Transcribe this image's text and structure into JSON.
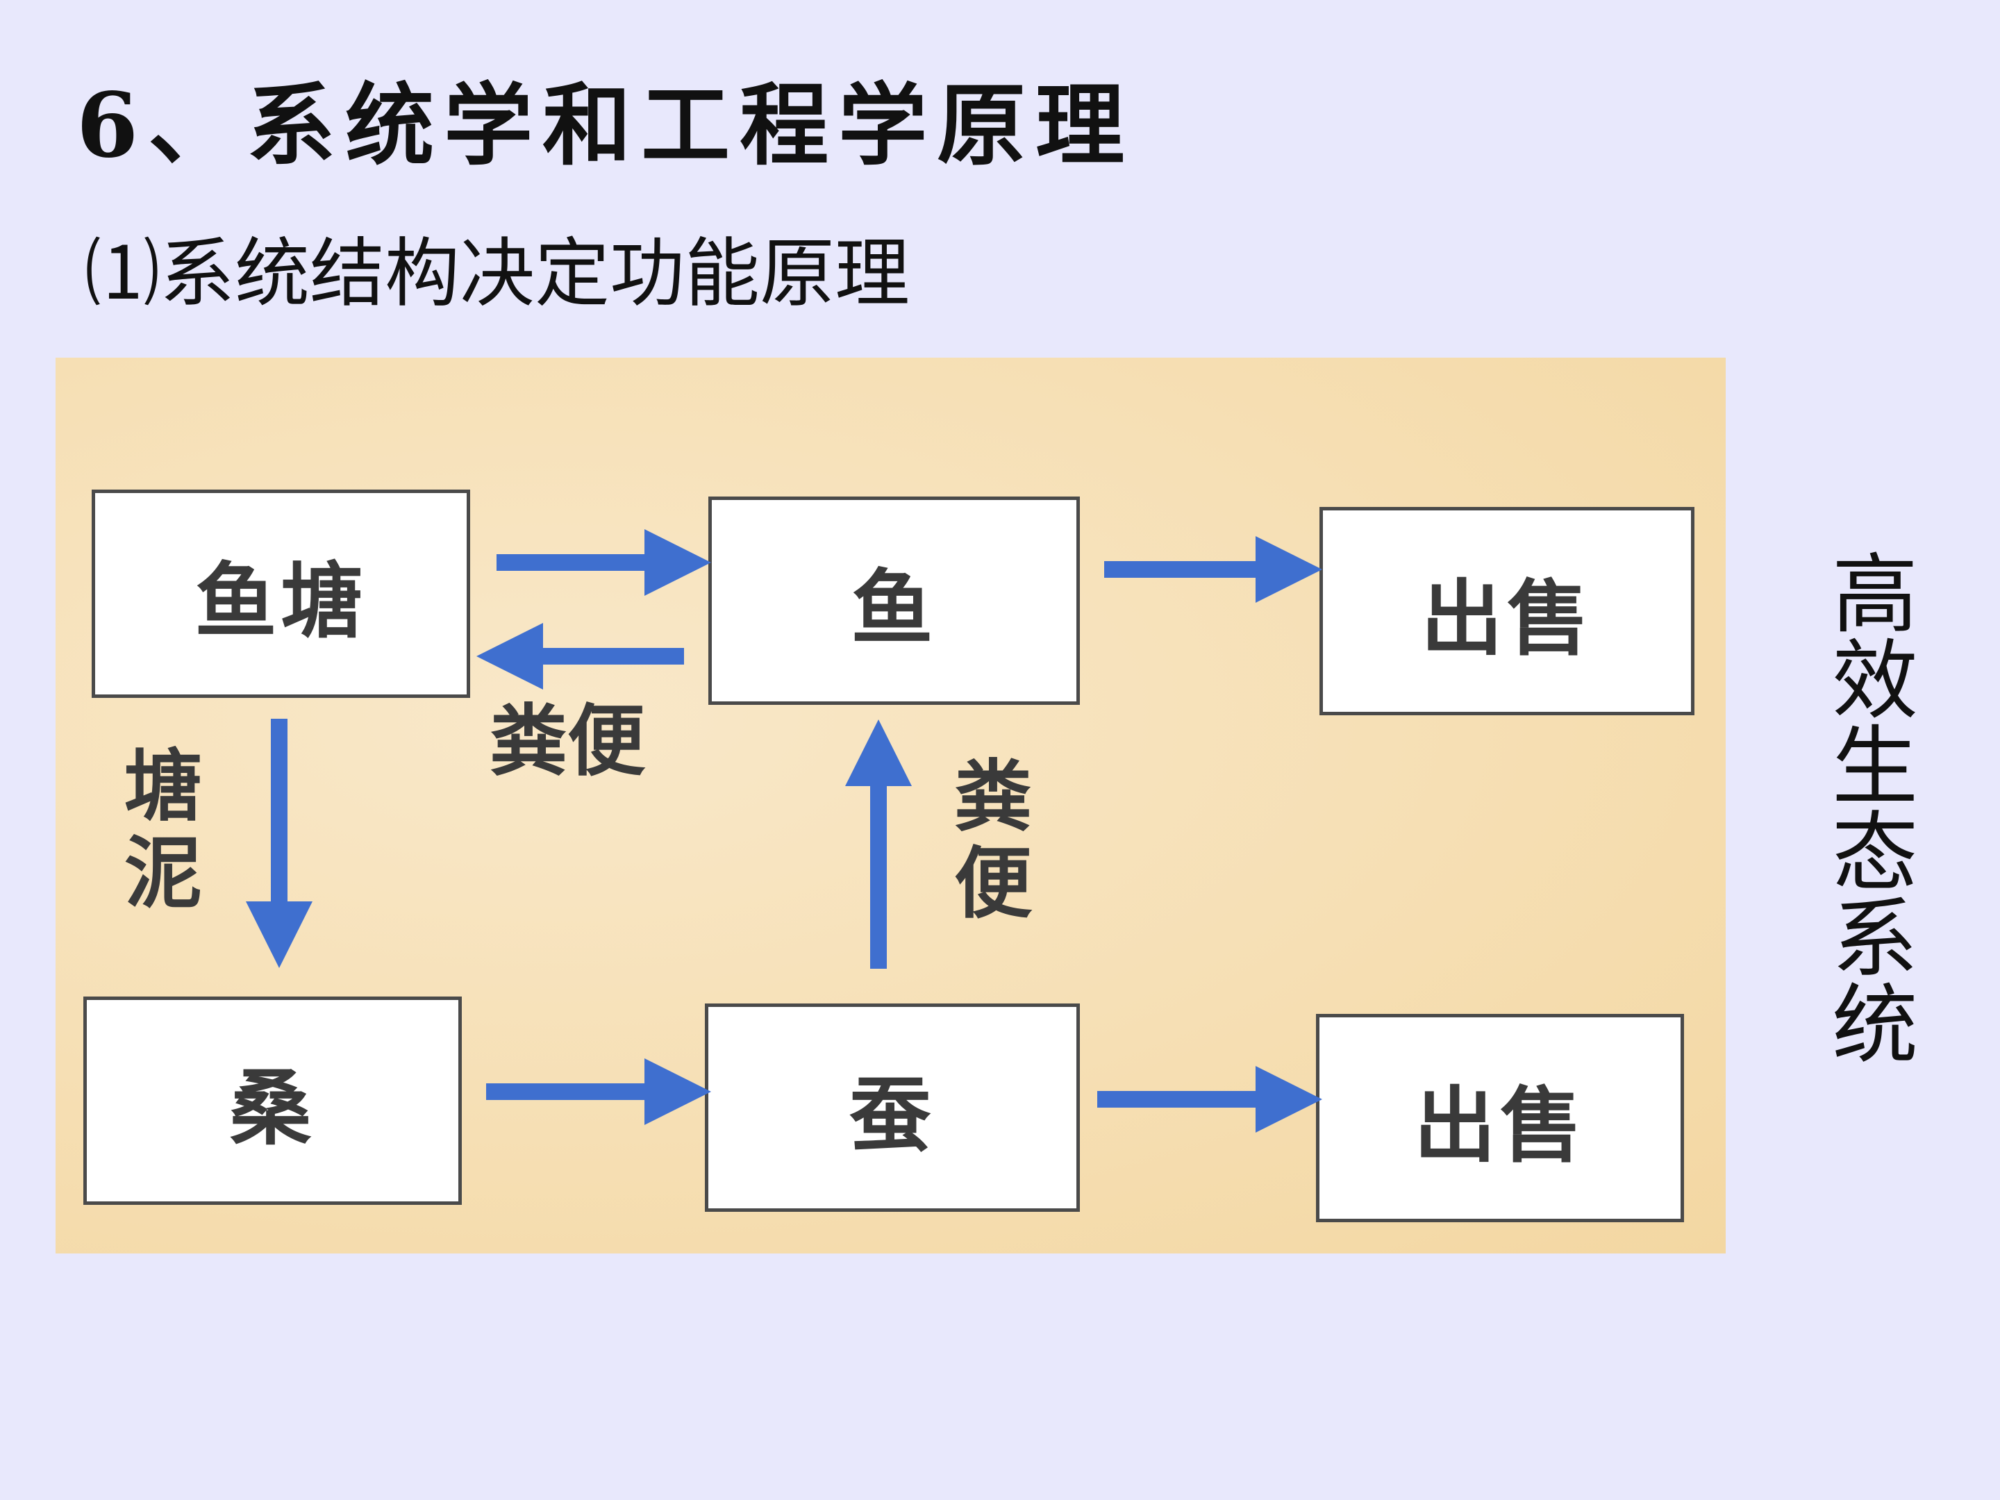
{
  "heading": "6、系统学和工程学原理",
  "subheading": "⑴系统结构决定功能原理",
  "side_title": "高效生态系统",
  "diagram": {
    "nodes": {
      "fish_pond": "鱼塘",
      "fish": "鱼",
      "sale_top": "出售",
      "mulberry": "桑",
      "silkworm": "蚕",
      "sale_bottom": "出售"
    },
    "edge_labels": {
      "fish_to_pond": "粪便",
      "pond_to_mulberry": "塘泥",
      "silkworm_to_fish": "粪便"
    },
    "colors": {
      "arrow": "#3f6fcf",
      "background": "#f6dfb4",
      "page": "#e8e8fc"
    }
  }
}
